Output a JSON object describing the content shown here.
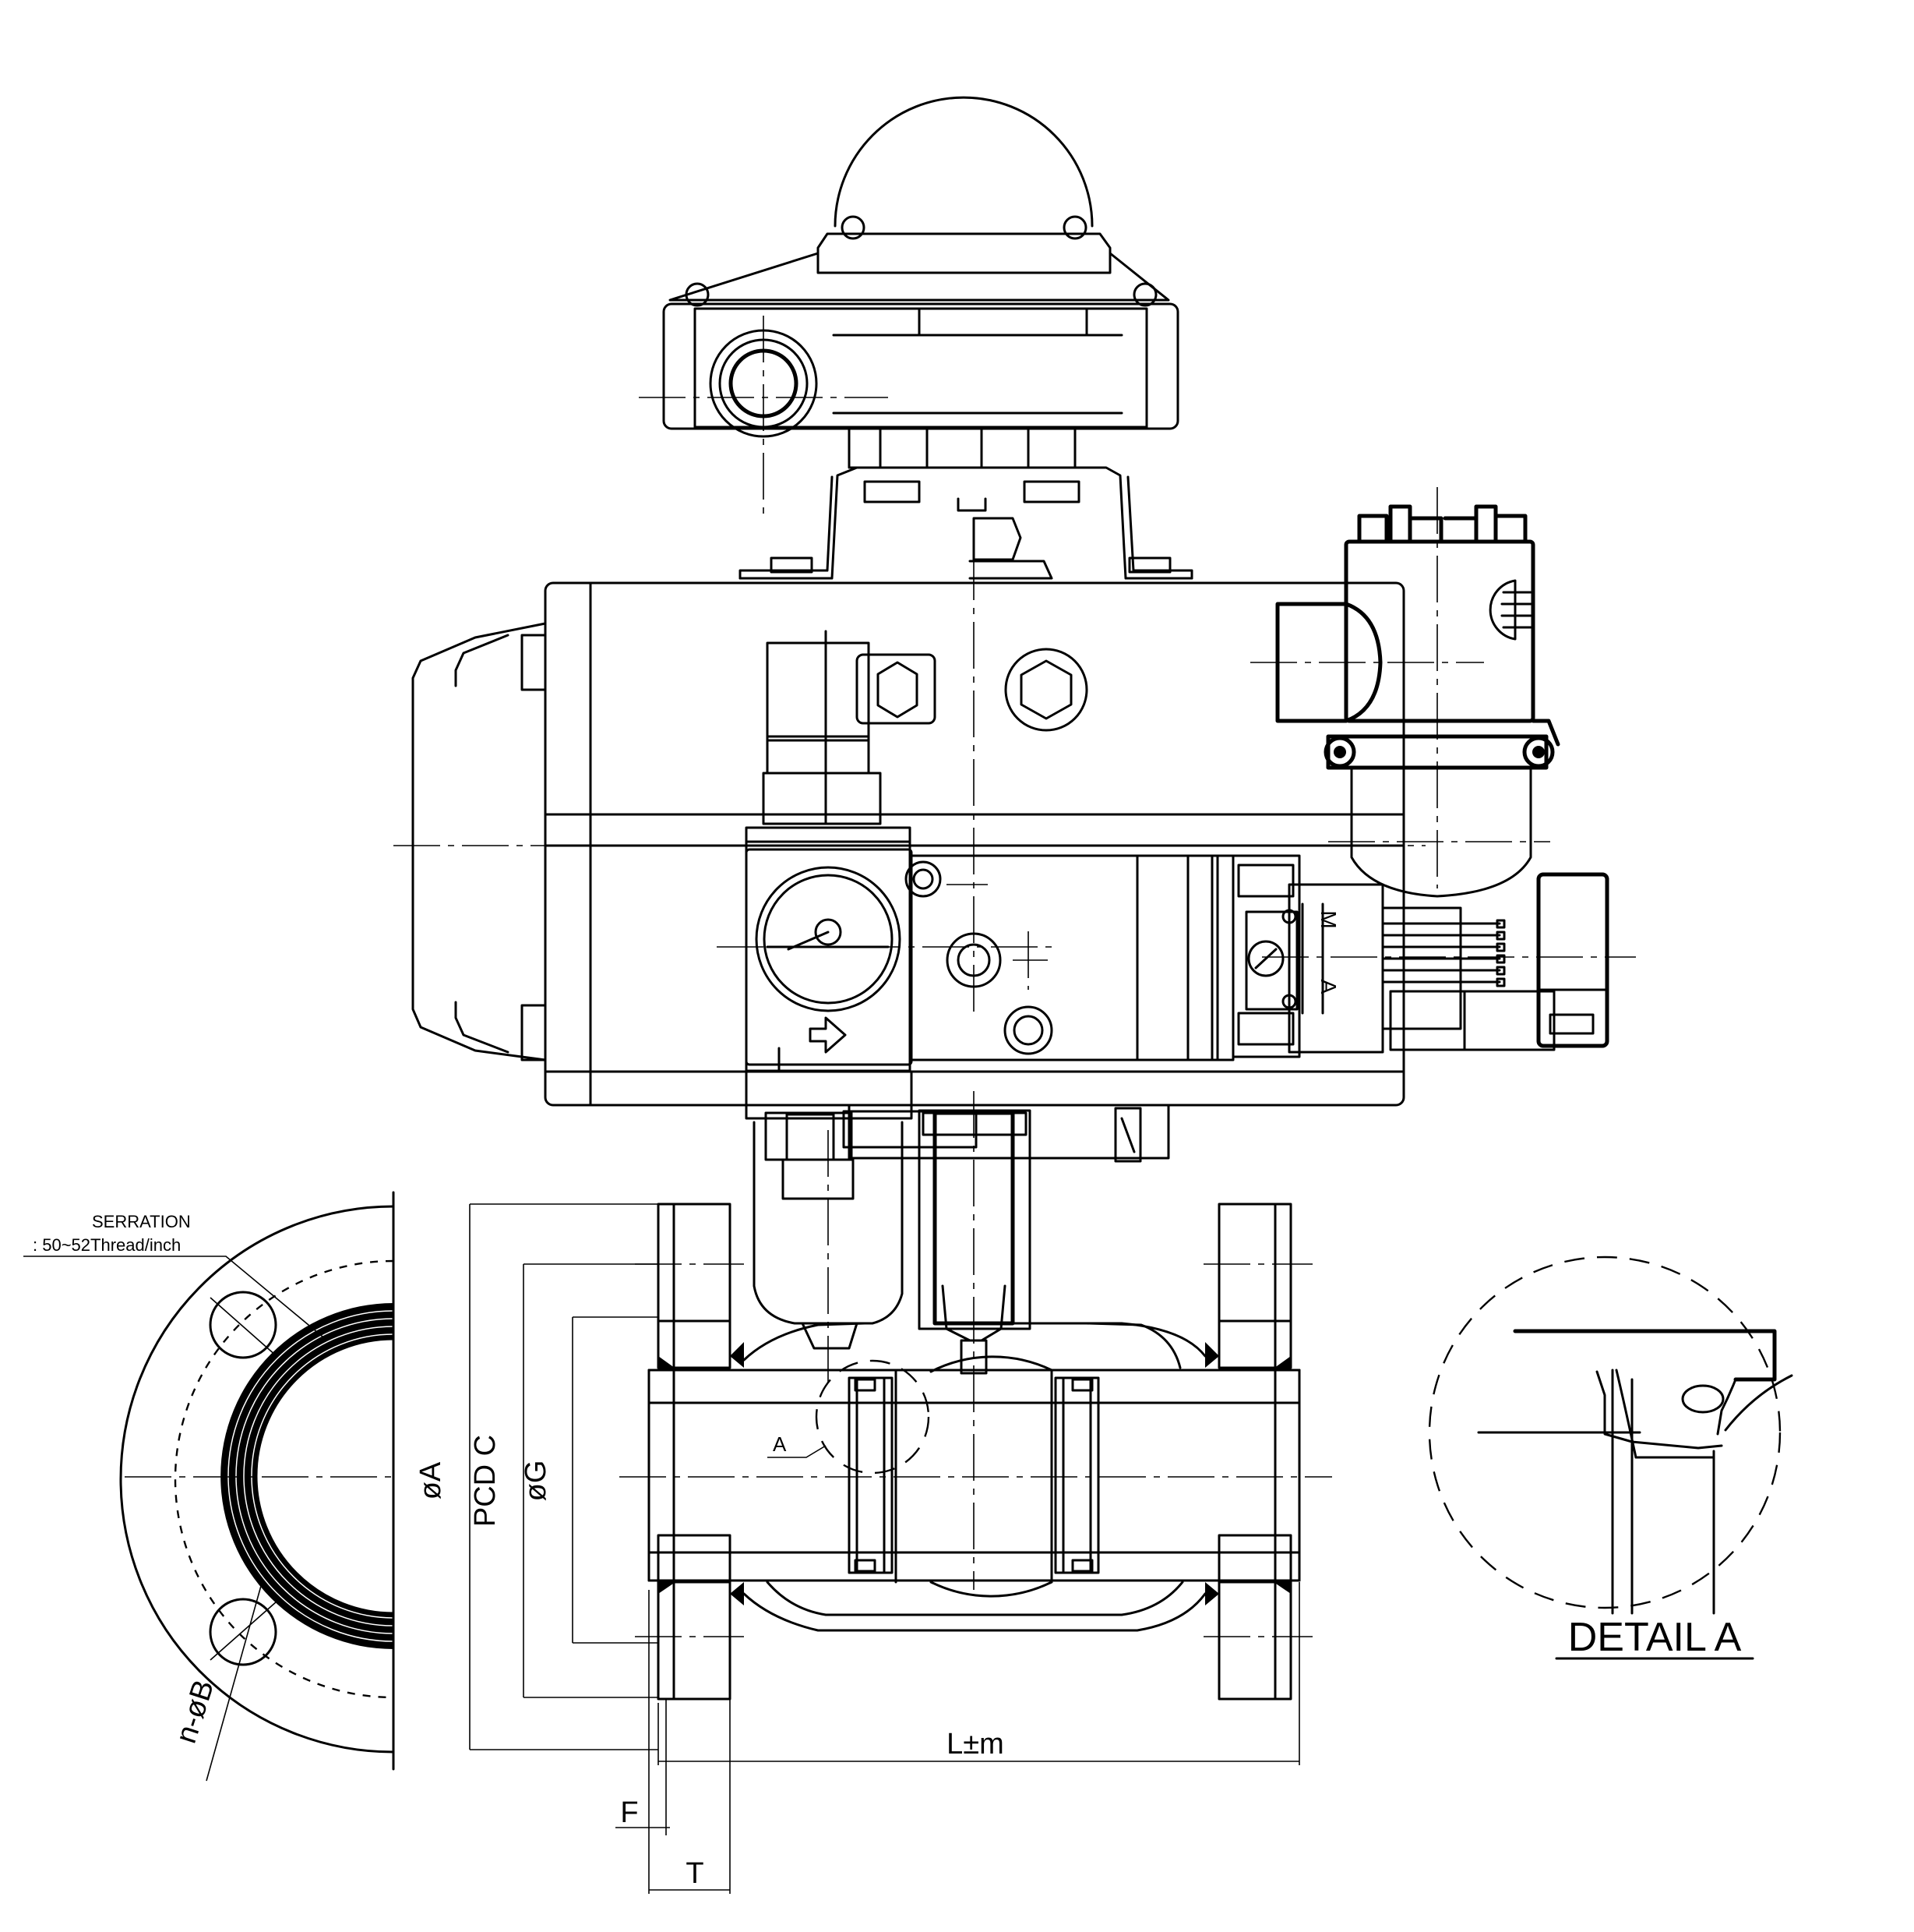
{
  "labels": {
    "serration_title": "SERRATION",
    "serration_spec": ": 50~52Thread/inch",
    "dia_a": "øA",
    "pcd_c": "PCD C",
    "dia_g": "øG",
    "length": "L±m",
    "flange_f": "F",
    "flange_t": "T",
    "holes": "n-øB",
    "detail_ref": "A",
    "detail_title": "DETAIL A",
    "manual_mark": "M",
    "auto_mark": "A"
  },
  "colors": {
    "line": "#000000",
    "background": "#ffffff"
  }
}
